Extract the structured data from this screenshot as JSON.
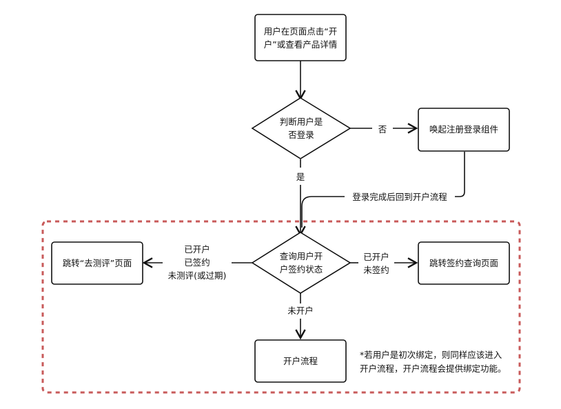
{
  "nodes": {
    "start": {
      "line1": "用户在页面点击“开",
      "line2": "户”或查看产品详情"
    },
    "check_login": {
      "line1": "判断用户是",
      "line2": "否登录"
    },
    "register": {
      "label": "唤起注册登录组件"
    },
    "query_status": {
      "line1": "查询用户开",
      "line2": "户签约状态"
    },
    "jump_eval": {
      "label": "跳转“去测评”页面"
    },
    "jump_sign": {
      "label": "跳转签约查询页面"
    },
    "open_flow": {
      "label": "开户流程"
    }
  },
  "edges": {
    "no": "否",
    "yes": "是",
    "login_done": "登录完成后回到开户流程",
    "left_line1": "已开户",
    "left_line2": "已签约",
    "left_line3": "未测评(或过期)",
    "right_line1": "已开户",
    "right_line2": "未签约",
    "down": "未开户"
  },
  "note": {
    "line1": "*若用户是初次绑定，则同样应该进入",
    "line2": "开户流程，开户流程会提供绑定功能。"
  },
  "colors": {
    "region_border": "#c85a5a",
    "stroke": "#111111"
  }
}
